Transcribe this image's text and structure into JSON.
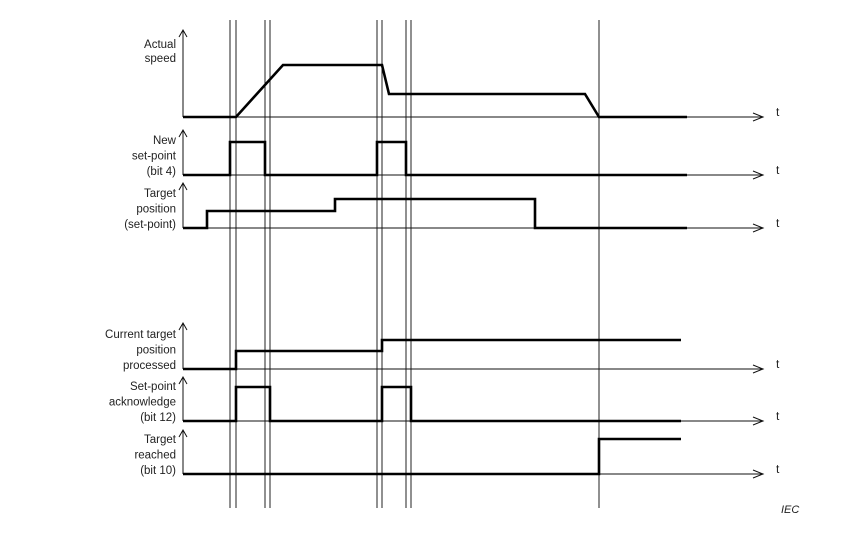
{
  "signals": [
    {
      "id": "actual-speed",
      "label": [
        "Actual",
        "speed"
      ]
    },
    {
      "id": "new-set-point",
      "label": [
        "New",
        "set-point",
        "(bit 4)"
      ]
    },
    {
      "id": "target-position",
      "label": [
        "Target",
        "position",
        "(set-point)"
      ]
    },
    {
      "id": "current-target-position-processed",
      "label": [
        "Current target",
        "position",
        "processed"
      ]
    },
    {
      "id": "set-point-acknowledge",
      "label": [
        "Set-point",
        "acknowledge",
        "(bit 12)"
      ]
    },
    {
      "id": "target-reached",
      "label": [
        "Target",
        "reached",
        "(bit 10)"
      ]
    }
  ],
  "time_axis_label": "t",
  "credit": "IEC"
}
